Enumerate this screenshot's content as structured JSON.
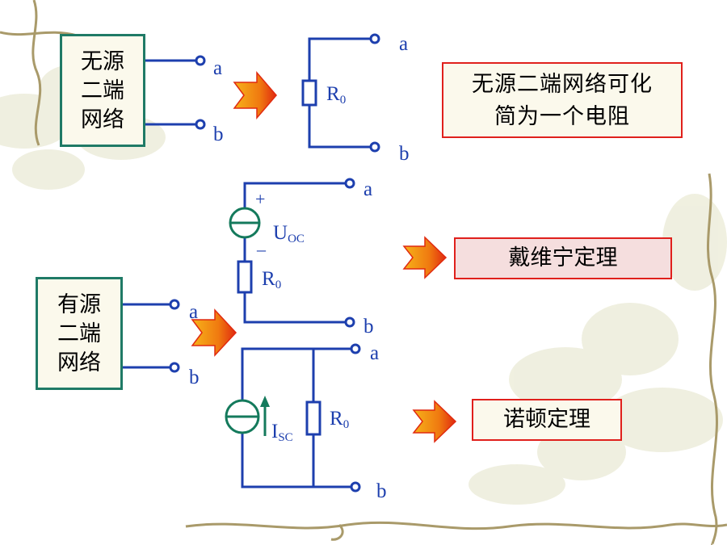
{
  "passive": {
    "box_lines": [
      "无源",
      "二端",
      "网络"
    ],
    "terminal_a": "a",
    "terminal_b": "b",
    "resistor_label": "R",
    "resistor_sub": "0",
    "out_a": "a",
    "out_b": "b",
    "note": "无源二端网络可化简为一个电阻"
  },
  "active": {
    "box_lines": [
      "有源",
      "二端",
      "网络"
    ],
    "terminal_a": "a",
    "terminal_b": "b"
  },
  "thevenin": {
    "plus": "+",
    "minus": "–",
    "source_label": "U",
    "source_sub": "OC",
    "resistor_label": "R",
    "resistor_sub": "0",
    "out_a": "a",
    "out_b": "b",
    "note": "戴维宁定理"
  },
  "norton": {
    "source_label": "I",
    "source_sub": "SC",
    "resistor_label": "R",
    "resistor_sub": "0",
    "out_a": "a",
    "out_b": "b",
    "note": "诺顿定理"
  },
  "colors": {
    "wire": "#1d3fae",
    "source": "#147a5c",
    "green_border": "#1f7a66",
    "red_border": "#e0201c",
    "arrow_orange": "#f08a12",
    "arrow_red": "#e02a10",
    "vine": "#a99a6a"
  }
}
